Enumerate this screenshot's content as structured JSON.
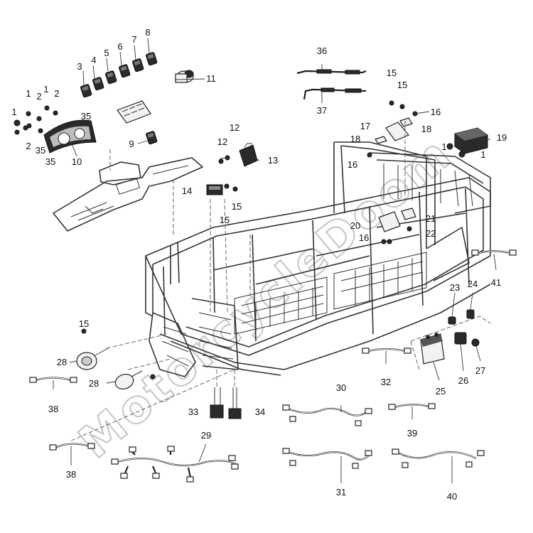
{
  "watermark": "MotorcycleDoom",
  "callouts": {
    "c1a": "1",
    "c1b": "1",
    "c1c": "1",
    "c1d": "1",
    "c1e": "1",
    "c2a": "2",
    "c2b": "2",
    "c2c": "2",
    "c3": "3",
    "c4": "4",
    "c5": "5",
    "c6": "6",
    "c7": "7",
    "c8": "8",
    "c9": "9",
    "c10": "10",
    "c11": "11",
    "c12a": "12",
    "c12b": "12",
    "c13": "13",
    "c14": "14",
    "c15a": "15",
    "c15b": "15",
    "c15c": "15",
    "c15d": "15",
    "c15e": "15",
    "c16a": "16",
    "c16b": "16",
    "c16c": "16",
    "c17": "17",
    "c18a": "18",
    "c18b": "18",
    "c19": "19",
    "c20": "20",
    "c21": "21",
    "c22": "22",
    "c23": "23",
    "c24": "24",
    "c25": "25",
    "c26": "26",
    "c27": "27",
    "c28a": "28",
    "c28b": "28",
    "c29": "29",
    "c30": "30",
    "c31": "31",
    "c32": "32",
    "c33": "33",
    "c34": "34",
    "c35a": "35",
    "c35b": "35",
    "c35c": "35",
    "c36": "36",
    "c37": "37",
    "c38a": "38",
    "c38b": "38",
    "c39": "39",
    "c40": "40",
    "c41": "41"
  }
}
